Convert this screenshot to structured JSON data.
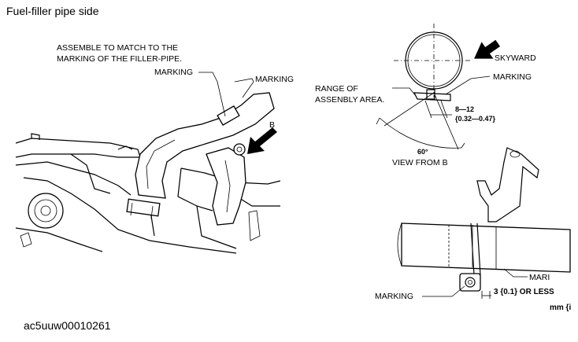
{
  "header": {
    "title": "Fuel-filler pipe side"
  },
  "footer": {
    "doc_id": "ac5uuw00010261"
  },
  "left_diagram": {
    "note_line1": "ASSEMBLE TO MATCH TO THE",
    "note_line2": "MARKING OF THE FILLER-PIPE.",
    "marking_left": "MARKING",
    "marking_right": "MARKING",
    "view_letter": "B"
  },
  "view_b": {
    "skyward": "SKYWARD",
    "marking": "MARKING",
    "range_line1": "RANGE OF",
    "range_line2": "ASSENBLY AREA.",
    "dim_range": "8—12",
    "dim_range_in": "{0.32—0.47}",
    "angle": "60°",
    "caption": "VIEW FROM B"
  },
  "bottom_right": {
    "marking_left": "MARKING",
    "marking_right": "MARI",
    "dimension": "3 {0.1} OR LESS",
    "unit": "mm {i"
  }
}
